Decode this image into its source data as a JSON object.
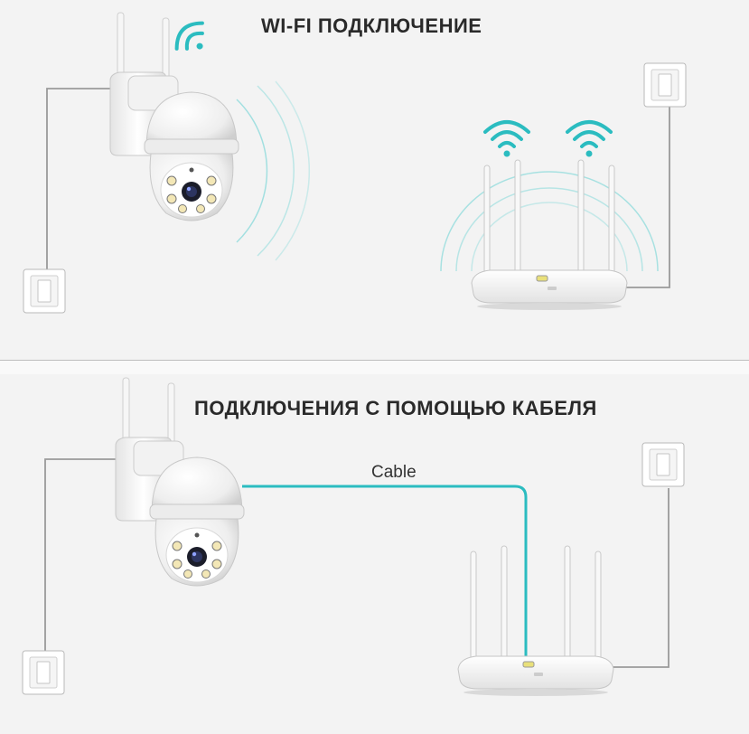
{
  "sections": {
    "wifi": {
      "title": "WI-FI ПОДКЛЮЧЕНИЕ"
    },
    "cable": {
      "title": "ПОДКЛЮЧЕНИЯ С ПОМОЩЬЮ КАБЕЛЯ",
      "cable_label": "Cable"
    }
  },
  "colors": {
    "accent": "#2bbcc0",
    "wire": "#9a9a9a",
    "background": "#f3f3f3",
    "device_body": "#ffffff"
  },
  "icons": [
    "wifi-signal-icon",
    "camera-icon",
    "router-icon",
    "wall-outlet-icon",
    "power-cord-icon",
    "ethernet-cable-icon"
  ]
}
